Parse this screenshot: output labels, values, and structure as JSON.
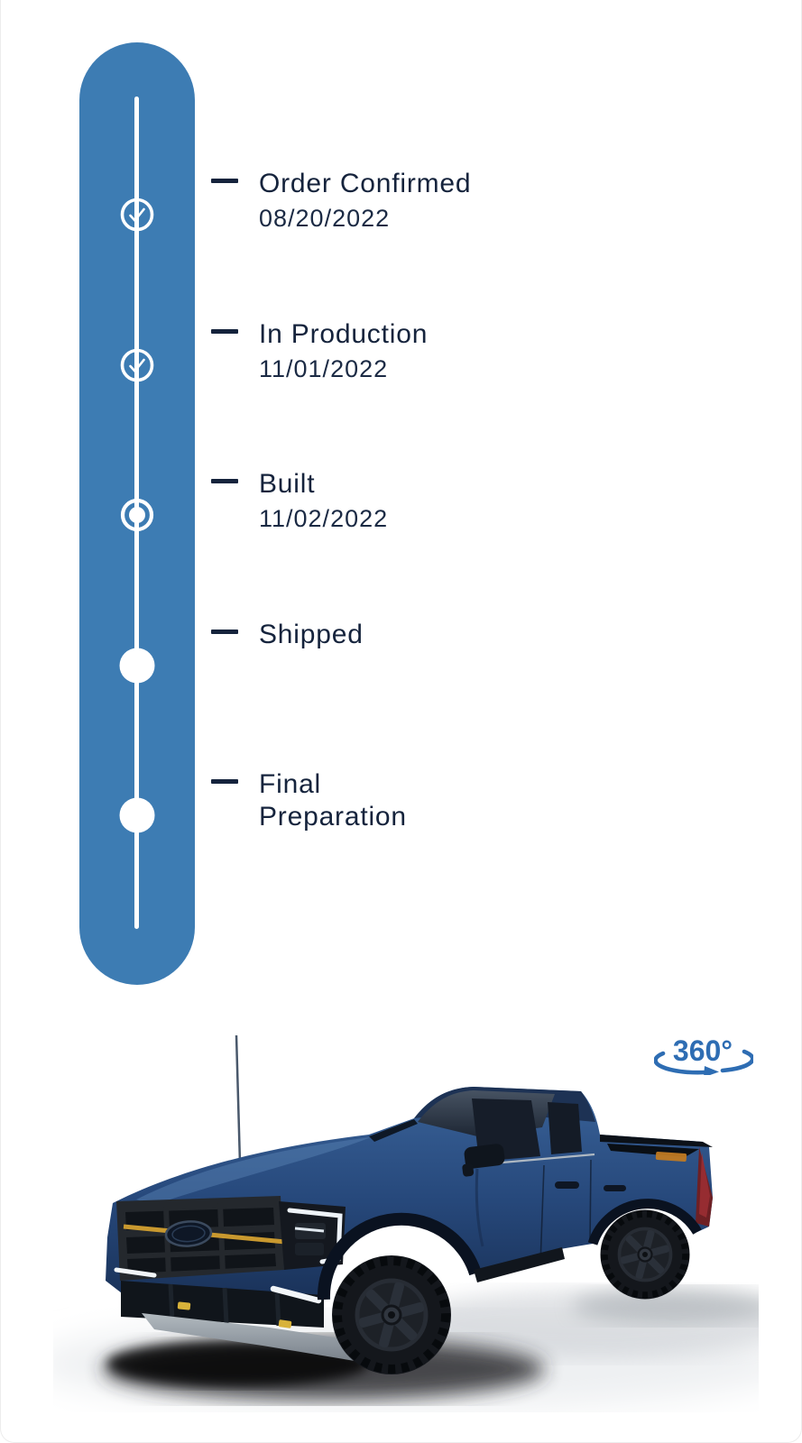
{
  "card": {
    "background": "#ffffff",
    "border_color": "#ececec"
  },
  "timeline": {
    "colors": {
      "pill": "#3d7cb3",
      "line": "#ffffff",
      "marker": "#ffffff",
      "text": "#15233c"
    },
    "items": [
      {
        "label_line1": "Order Confirmed",
        "label_line2": "",
        "date": "08/20/2022",
        "status": "complete"
      },
      {
        "label_line1": "In Production",
        "label_line2": "",
        "date": "11/01/2022",
        "status": "complete"
      },
      {
        "label_line1": "Built",
        "label_line2": "",
        "date": "11/02/2022",
        "status": "current"
      },
      {
        "label_line1": "Shipped",
        "label_line2": "",
        "date": "",
        "status": "upcoming"
      },
      {
        "label_line1": "Final",
        "label_line2": "Preparation",
        "date": "",
        "status": "upcoming"
      }
    ]
  },
  "viewer": {
    "badge_label": "360°",
    "badge_color": "#2e6db3",
    "vehicle_description": "blue pickup truck, front three-quarter view",
    "vehicle_colors": {
      "body": "#27497c",
      "accent_stripe": "#c9992f",
      "wheels": "#171b21",
      "skid_plate": "#a3abb1"
    }
  }
}
